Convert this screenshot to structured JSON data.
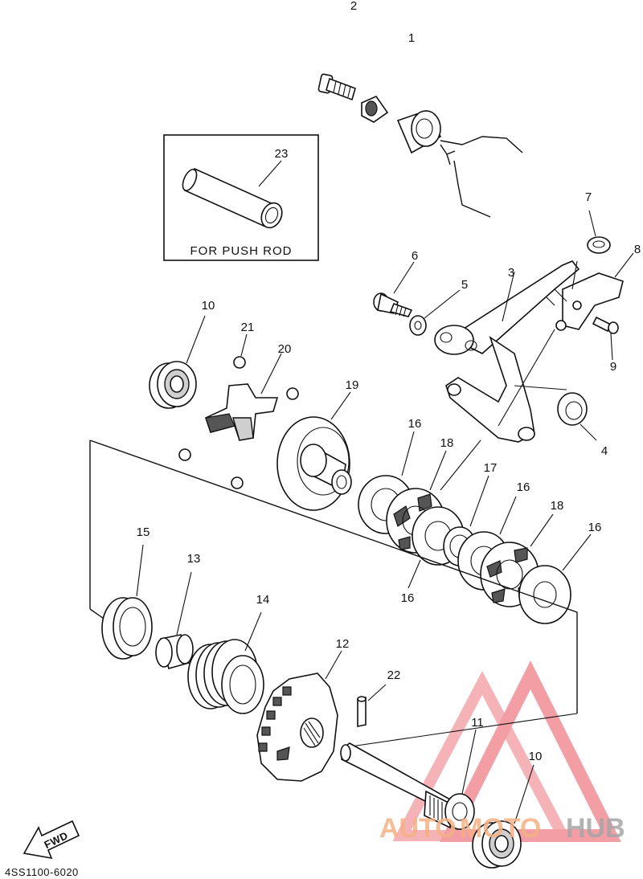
{
  "diagram": {
    "part_numbers": [
      "1",
      "2",
      "3",
      "4",
      "5",
      "6",
      "7",
      "8",
      "9",
      "10",
      "10",
      "11",
      "12",
      "13",
      "14",
      "15",
      "16",
      "16",
      "16",
      "16",
      "17",
      "18",
      "18",
      "19",
      "20",
      "21",
      "22",
      "23"
    ],
    "inset_label": "FOR PUSH ROD",
    "fwd_label": "FWD",
    "diagram_code": "4SS1100-6020",
    "watermark": {
      "part1": "AUTO",
      "part2": "MOTO",
      "part3": "HUB",
      "color_primary": "#f4b183",
      "color_secondary": "#a6a6a6",
      "triangle_color": "#e8505b"
    }
  }
}
